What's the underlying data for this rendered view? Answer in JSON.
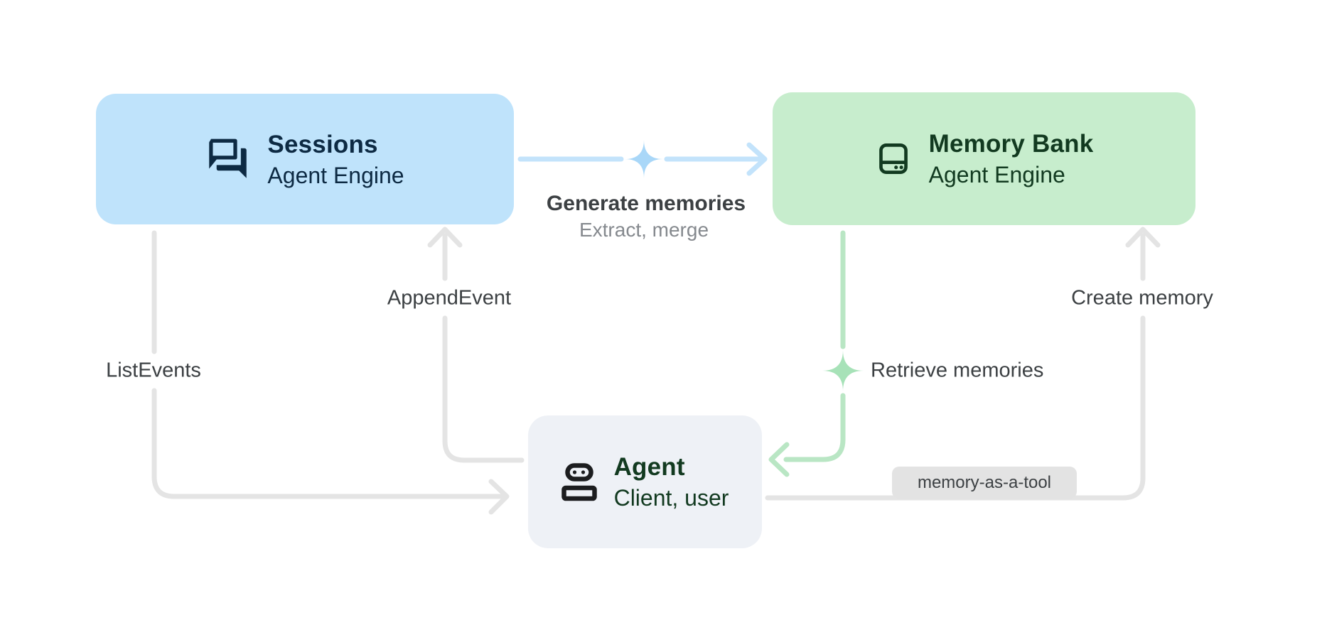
{
  "diagram": {
    "nodes": {
      "sessions": {
        "title": "Sessions",
        "subtitle": "Agent Engine",
        "icon": "chat-forum-icon"
      },
      "memory_bank": {
        "title": "Memory Bank",
        "subtitle": "Agent Engine",
        "icon": "memory-storage-icon"
      },
      "agent": {
        "title": "Agent",
        "subtitle": "Client, user",
        "icon": "robot-icon"
      }
    },
    "edges": {
      "generate_memories": {
        "label": "Generate memories",
        "sublabel": "Extract, merge",
        "from": "Sessions",
        "to": "Memory Bank",
        "icon": "sparkle-icon"
      },
      "append_event": {
        "label": "AppendEvent",
        "from": "Agent",
        "to": "Sessions"
      },
      "list_events": {
        "label": "ListEvents",
        "from": "Sessions",
        "to": "Agent"
      },
      "retrieve_memories": {
        "label": "Retrieve memories",
        "from": "Memory Bank",
        "to": "Agent",
        "icon": "sparkle-icon"
      },
      "create_memory": {
        "label": "Create memory",
        "from": "Agent",
        "to": "Memory Bank"
      }
    },
    "badge": {
      "label": "memory-as-a-tool"
    },
    "colors": {
      "page_bg": "#ffffff",
      "sessions_fill": "#bfe3fb",
      "sessions_text": "#0d2a43",
      "memory_fill": "#c7edcd",
      "memory_text": "#123a20",
      "agent_fill": "#eef1f6",
      "agent_text": "#123a20",
      "agent_icon": "#1c1d1f",
      "blue_line": "#c3e3fb",
      "blue_sparkle": "#a9d7f8",
      "green_line": "#b9e6c4",
      "green_sparkle": "#a7e2b8",
      "gray_line": "#e4e4e4",
      "label_text": "#3c4043",
      "sublabel_text": "#85898e",
      "badge_bg": "#e3e3e3",
      "badge_text": "#3c4043"
    }
  }
}
